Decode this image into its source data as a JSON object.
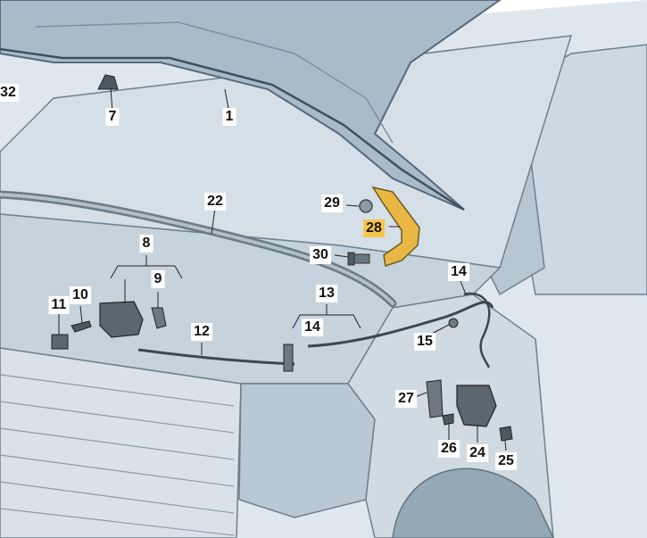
{
  "colors": {
    "body_light": "#e6edf2",
    "body_mid": "#c3d0da",
    "body_dark": "#9fb2bf",
    "outline": "#5f7381",
    "hood_inner": "#a7b9c6",
    "part_dark": "#4c5862",
    "part_gray": "#7e8a94",
    "highlight": "#e9b743",
    "label_bg": "#ffffff"
  },
  "callouts": {
    "c1": "1",
    "c7": "7",
    "c8": "8",
    "c9": "9",
    "c10": "10",
    "c11": "11",
    "c12": "12",
    "c13": "13",
    "c14a": "14",
    "c14b": "14",
    "c15": "15",
    "c22": "22",
    "c24": "24",
    "c25": "25",
    "c26": "26",
    "c27": "27",
    "c28": "28",
    "c29": "29",
    "c30": "30",
    "c32": "32"
  },
  "highlighted_part": "28"
}
